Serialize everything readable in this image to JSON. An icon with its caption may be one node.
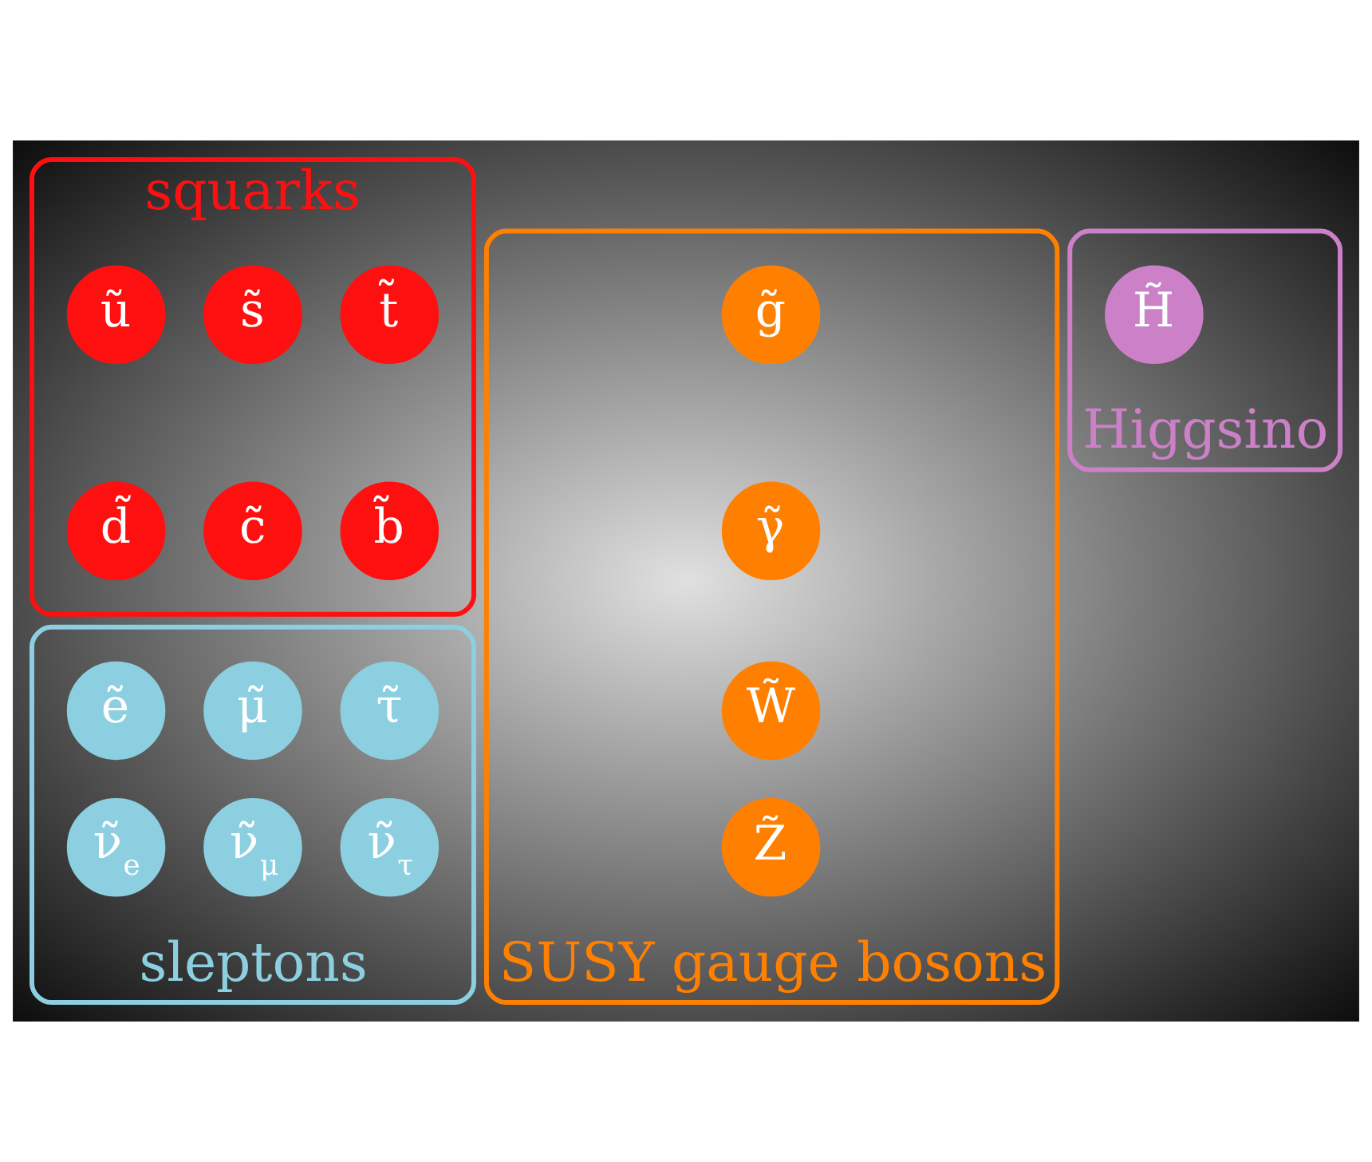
{
  "diagram": {
    "nodes": [
      {
        "text": [
          "squarks"
        ]
      },
      {
        "text": [
          "ũ"
        ],
        "in": 0
      },
      {
        "text": [
          "s̃"
        ],
        "in": 0
      },
      {
        "text": [
          "t̃"
        ],
        "in": 0
      },
      {
        "text": [
          "d̃"
        ],
        "in": 0
      },
      {
        "text": [
          "c̃"
        ],
        "in": 0
      },
      {
        "text": [
          "b̃"
        ],
        "in": 0
      },
      {
        "text": [
          "SUSY gauge bosons"
        ]
      },
      {
        "text": [
          "g̃"
        ],
        "in": 7
      },
      {
        "text": [
          "γ̃"
        ],
        "in": 7
      },
      {
        "text": [
          "W̃"
        ],
        "in": 7
      },
      {
        "text": [
          "Z̃"
        ],
        "in": 7
      },
      {
        "text": [
          "Higgsino"
        ]
      },
      {
        "text": [
          "H̃"
        ],
        "in": 12
      },
      {
        "text": [
          "sleptons"
        ]
      },
      {
        "text": [
          "ẽ"
        ],
        "in": 14
      },
      {
        "text": [
          "μ̃"
        ],
        "in": 14
      },
      {
        "text": [
          "τ̃"
        ],
        "in": 14
      },
      {
        "text": [
          "ν̃$_{e}$"
        ],
        "in": 14
      },
      {
        "text": [
          "ν̃$_{μ}$"
        ],
        "in": 14
      },
      {
        "text": [
          "ν̃$_{τ}$"
        ],
        "in": 14
      }
    ]
  }
}
